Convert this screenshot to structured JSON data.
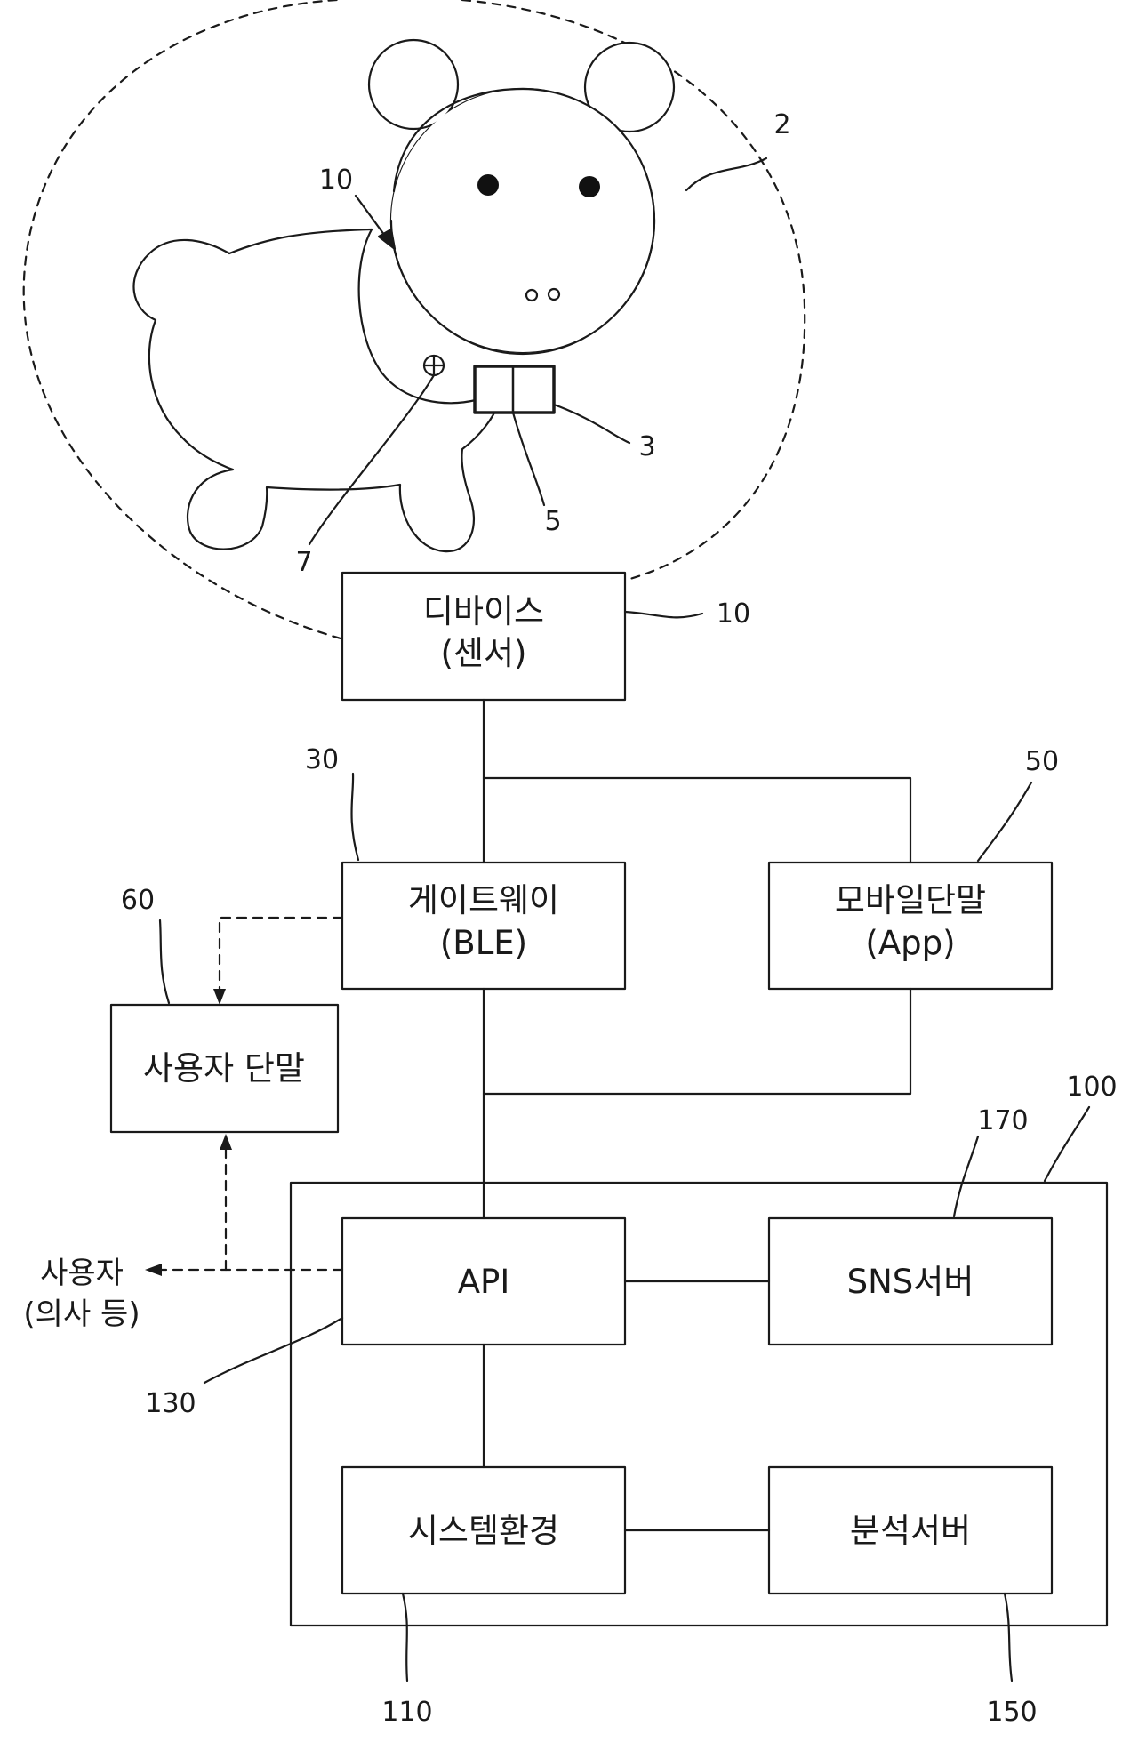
{
  "figure": {
    "refs": {
      "animal": "2",
      "device_ptr": "10",
      "collar_module": "3",
      "module_part": "5",
      "sensor_dot": "7",
      "device_box": "10",
      "gateway": "30",
      "mobile": "50",
      "user_terminal": "60",
      "server_group": "100",
      "sns": "170",
      "api": "130",
      "system_env": "110",
      "analysis": "150"
    },
    "boxes": {
      "device": {
        "line1": "디바이스",
        "line2": "(센서)"
      },
      "gateway": {
        "line1": "게이트웨이",
        "line2": "(BLE)"
      },
      "mobile": {
        "line1": "모바일단말",
        "line2": "(App)"
      },
      "user_terminal": {
        "line1": "사용자 단말"
      },
      "api": {
        "line1": "API"
      },
      "sns": {
        "line1": "SNS서버"
      },
      "system_env": {
        "line1": "시스템환경"
      },
      "analysis": {
        "line1": "분석서버"
      }
    },
    "external_user": {
      "line1": "사용자",
      "line2": "(의사 등)"
    }
  }
}
